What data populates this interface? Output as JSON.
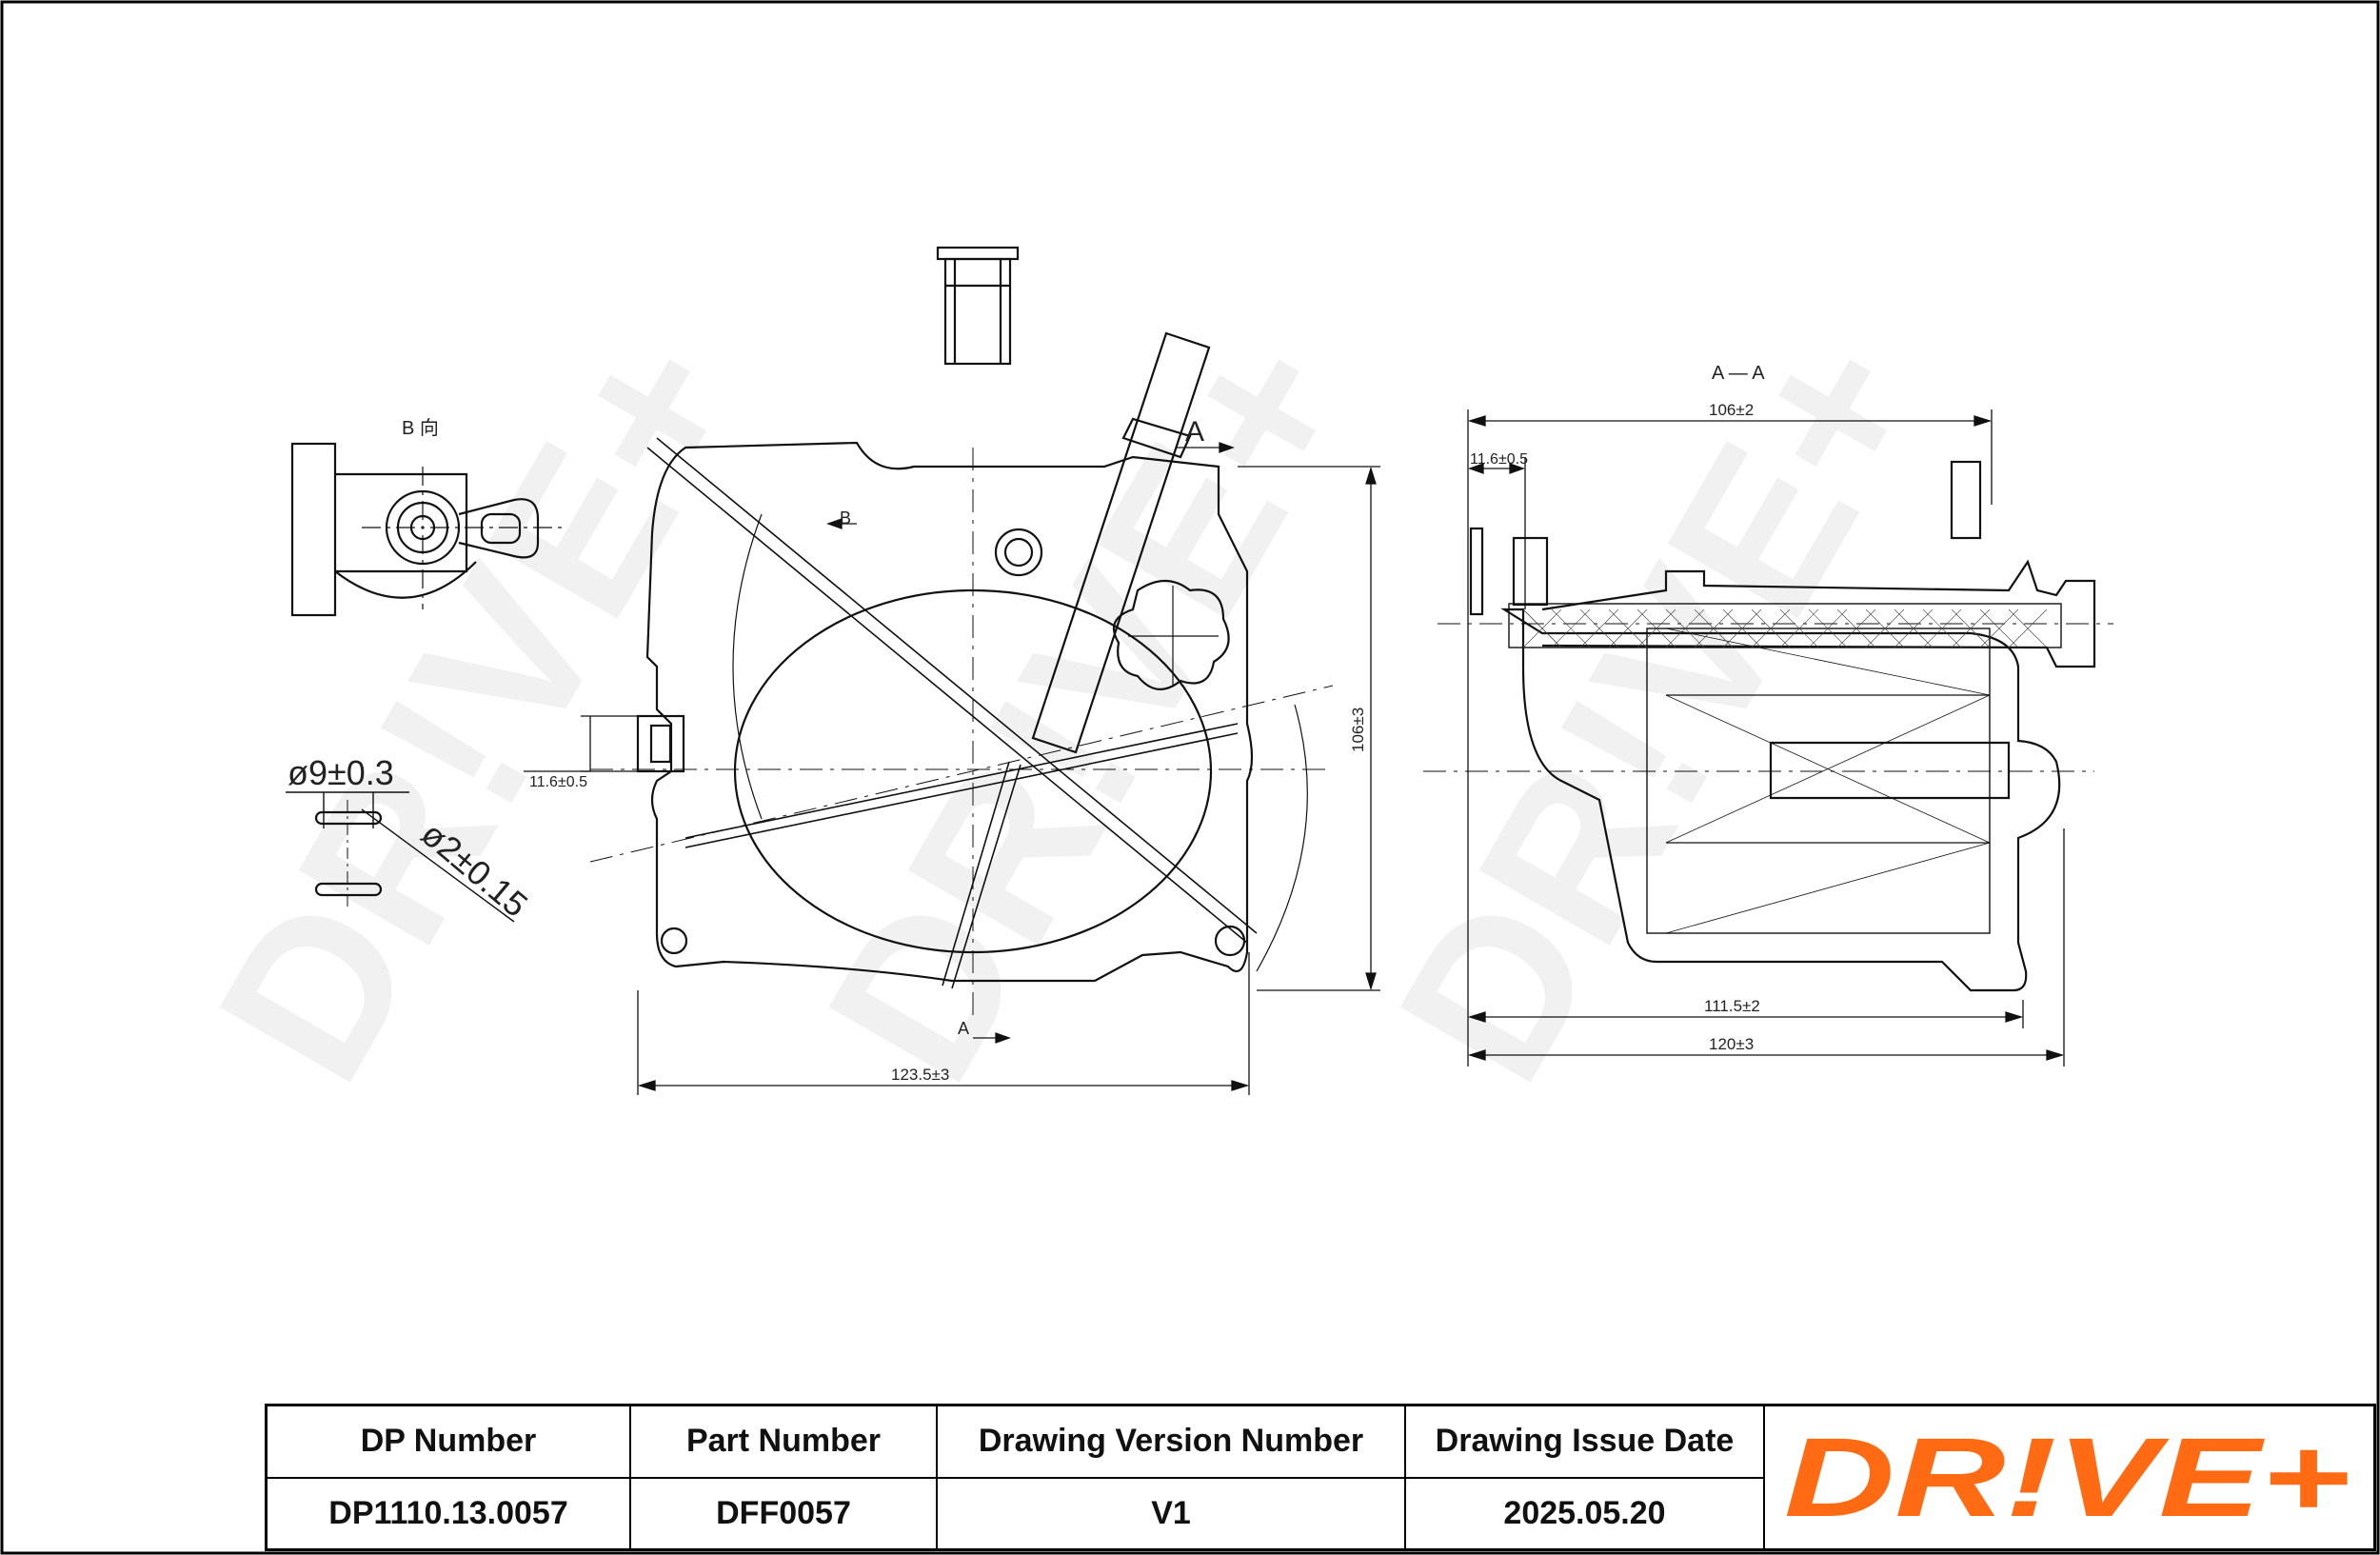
{
  "drawing": {
    "view_label_b": "B 向",
    "section_label": "A — A",
    "arrow_a": "A",
    "arrow_b": "B",
    "dimensions": {
      "width_front": "123.5±3",
      "height_front": "106±3",
      "left_offset": "11.6±0.5",
      "section_top": "106±2",
      "section_offset": "11.6±0.5",
      "section_inner": "111.5±2",
      "section_total": "120±3",
      "oring_outer": "ø9±0.3",
      "oring_cross": "ø2±0.15"
    }
  },
  "title_block": {
    "headers": [
      "DP Number",
      "Part Number",
      "Drawing Version Number",
      "Drawing Issue Date"
    ],
    "values": [
      "DP1110.13.0057",
      "DFF0057",
      "V1",
      "2025.05.20"
    ],
    "logo_text": "DR!VE+",
    "logo_color": "#ff6a13"
  },
  "watermark_text": "DR!VE+"
}
